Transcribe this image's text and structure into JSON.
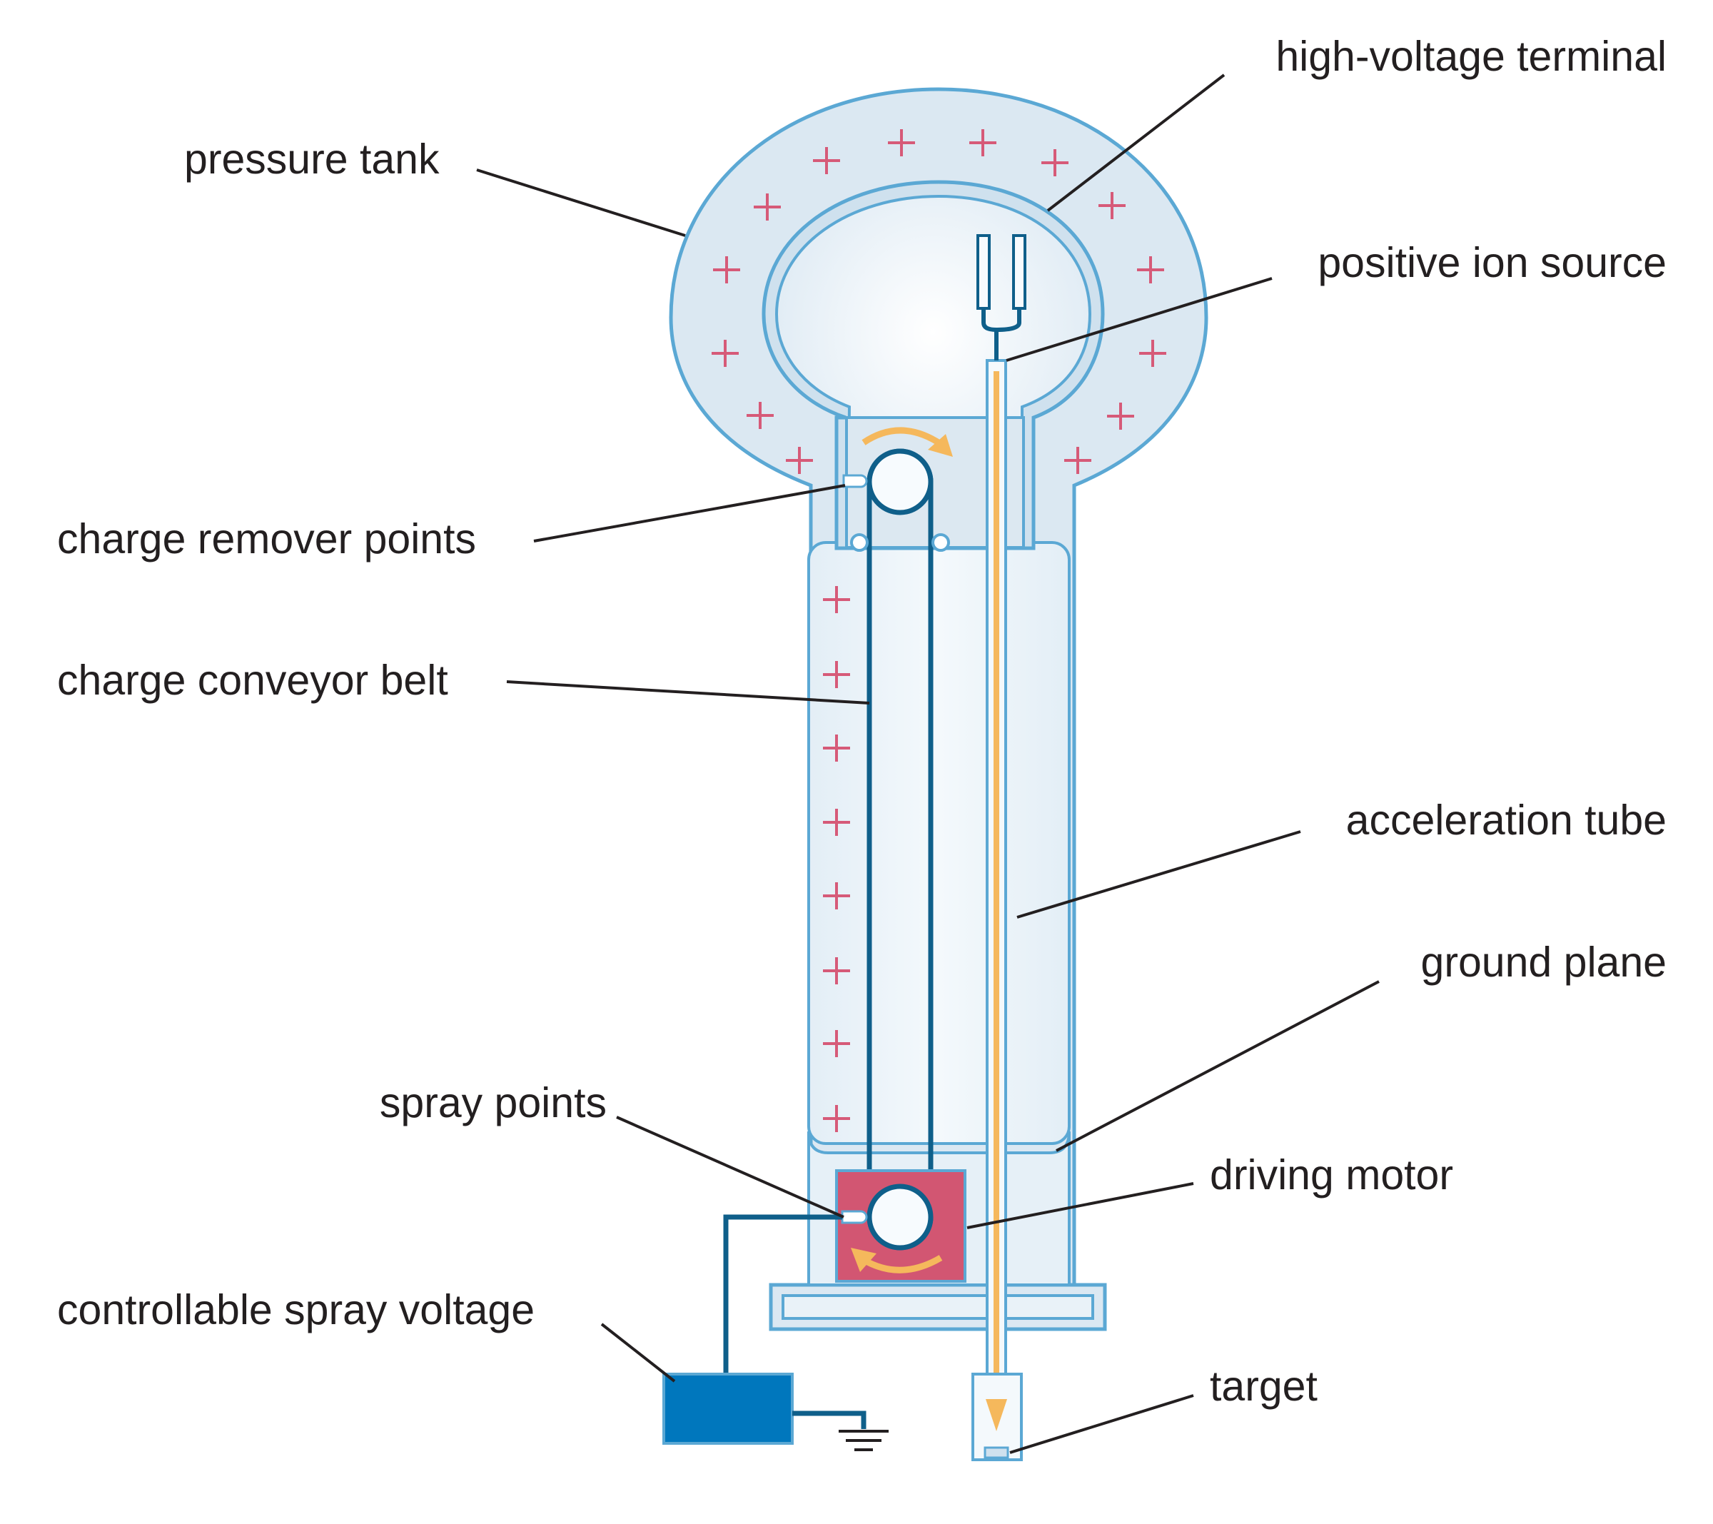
{
  "labels": {
    "pressure_tank": "pressure tank",
    "high_voltage_terminal": "high-voltage terminal",
    "positive_ion_source": "positive ion source",
    "charge_remover_points": "charge remover points",
    "charge_conveyor_belt": "charge conveyor belt",
    "acceleration_tube": "acceleration tube",
    "ground_plane": "ground plane",
    "spray_points": "spray points",
    "driving_motor": "driving motor",
    "controllable_spray_voltage": "controllable spray voltage",
    "target": "target"
  },
  "colors": {
    "tank_fill": "#dbe8f2",
    "tank_stroke": "#5ba8d4",
    "belt": "#0f5f8a",
    "motor_box": "#d25672",
    "beam": "#f5b85c",
    "charge_plus": "#d65a78",
    "voltage_supply": "#0077bd",
    "leader_line": "#231f20"
  }
}
